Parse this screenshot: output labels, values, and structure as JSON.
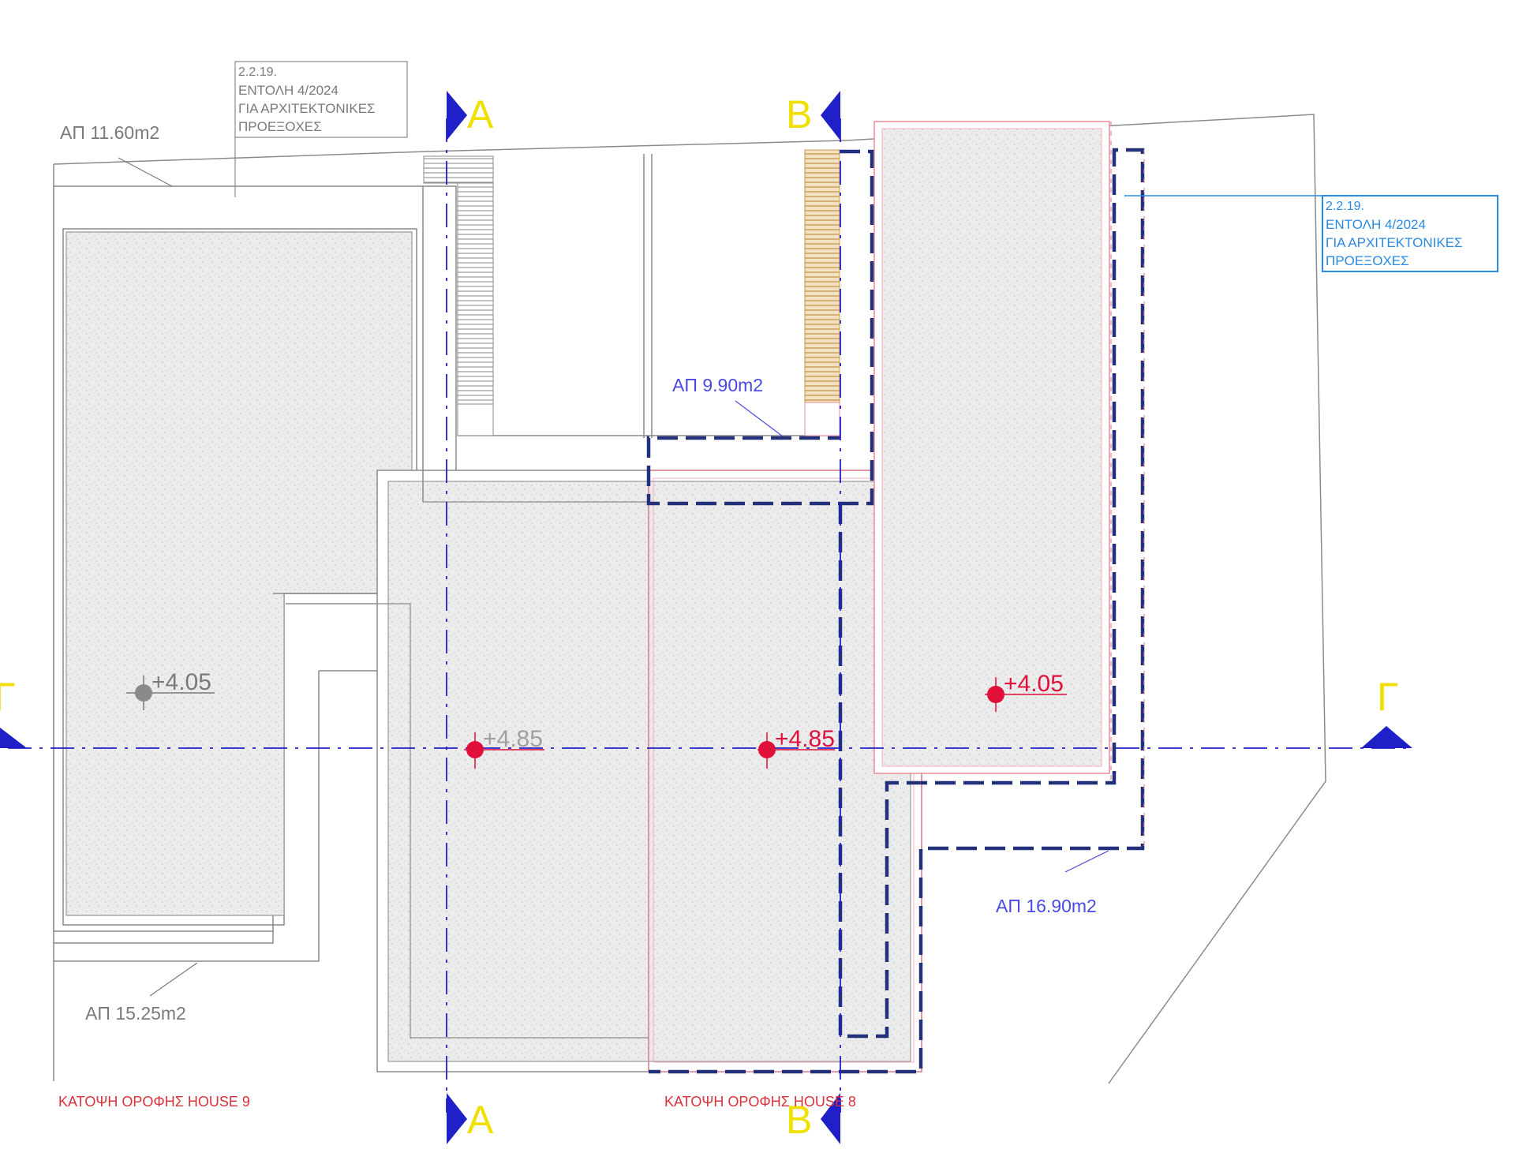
{
  "drawing": {
    "colors": {
      "outline": "#8a8a8a",
      "section_line": "#2020c8",
      "dashed_boundary": "#23307a",
      "pink_outline": "#e88a9a",
      "callout_blue": "#2a8ae0",
      "elevation_red": "#e0103a",
      "section_letter": "#f0e000",
      "title_red": "#d8323c",
      "area_label": "#4a4ae0"
    },
    "notes": {
      "left": {
        "line1": "2.2.19.",
        "line2": "ΕΝΤΟΛΗ 4/2024",
        "line3": "ΓΙΑ ΑΡΧΙΤΕΚΤΟΝΙΚΕΣ",
        "line4": "ΠΡΟΕΞΟΧΕΣ"
      },
      "right": {
        "line1": "2.2.19.",
        "line2": "ΕΝΤΟΛΗ 4/2024",
        "line3": "ΓΙΑ ΑΡΧΙΤΕΚΤΟΝΙΚΕΣ",
        "line4": "ΠΡΟΕΞΟΧΕΣ"
      }
    },
    "area_labels": {
      "top_left": "ΑΠ 11.60m2",
      "bottom_left": "ΑΠ 15.25m2",
      "middle": "ΑΠ 9.90m2",
      "right": "ΑΠ 16.90m2"
    },
    "elevations": {
      "left_roof": "+4.05",
      "center_left": "+4.85",
      "center_right": "+4.85",
      "right_roof": "+4.05"
    },
    "section_markers": {
      "a_top": "A",
      "a_bottom": "A",
      "b_top": "B",
      "b_bottom": "B",
      "g_left": "Γ",
      "g_right": "Γ"
    },
    "titles": {
      "house9": "ΚΑΤΟΨΗ ΟΡΟΦΗΣ HOUSE 9",
      "house8": "ΚΑΤΟΨΗ ΟΡΟΦΗΣ HOUSE 8"
    }
  }
}
